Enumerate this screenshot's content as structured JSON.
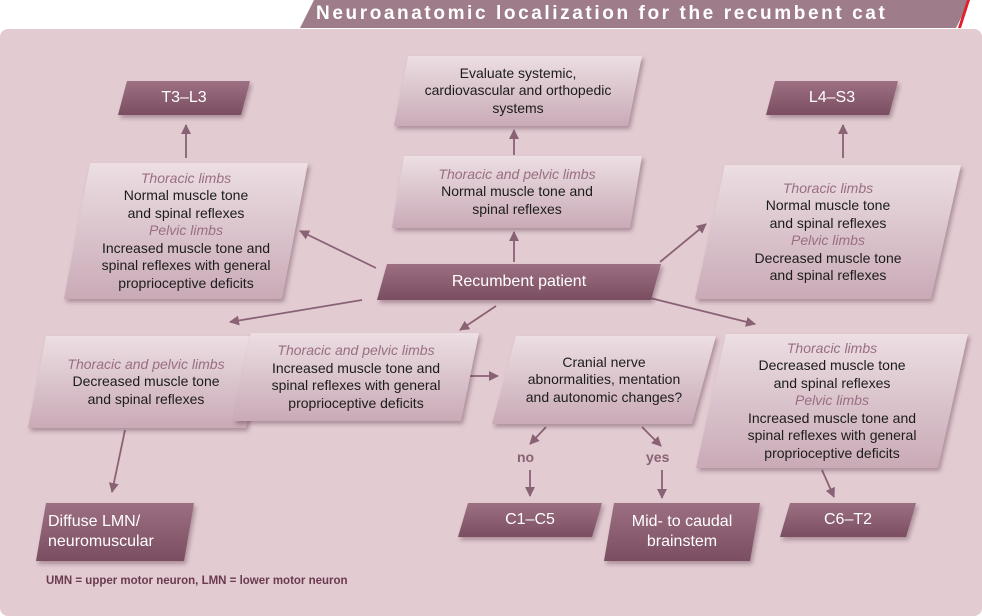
{
  "title": "Neuroanatomic localization for the recumbent cat",
  "colors": {
    "title_bar": "#9e7c8a",
    "accent": "#e41e2b",
    "panel": "#e2cbd1",
    "dark_box": "#8a5d70",
    "light_box": "#dcc4cc",
    "italic_text": "#9a6e82",
    "arrow": "#8a6275"
  },
  "nodes": {
    "t3l3": {
      "lines": [
        "T3–L3"
      ]
    },
    "evaluate": {
      "lines": [
        "Evaluate systemic,",
        "cardiovascular and orthopedic",
        "systems"
      ]
    },
    "l4s3": {
      "lines": [
        "L4–S3"
      ]
    },
    "left_upper": {
      "heading1": "Thoracic limbs",
      "lines1": [
        "Normal muscle tone",
        "and spinal reflexes"
      ],
      "heading2": "Pelvic limbs",
      "lines2": [
        "Increased muscle tone and",
        "spinal reflexes with general",
        "proprioceptive deficits"
      ]
    },
    "center_upper": {
      "heading1": "Thoracic and pelvic limbs",
      "lines1": [
        "Normal muscle tone and",
        "spinal reflexes"
      ]
    },
    "right_upper": {
      "heading1": "Thoracic limbs",
      "lines1": [
        "Normal muscle tone",
        "and spinal reflexes"
      ],
      "heading2": "Pelvic limbs",
      "lines2": [
        "Decreased muscle tone",
        "and spinal reflexes"
      ]
    },
    "recumbent": {
      "lines": [
        "Recumbent patient"
      ]
    },
    "left_lower": {
      "heading1": "Thoracic and pelvic limbs",
      "lines1": [
        "Decreased muscle tone",
        "and spinal reflexes"
      ]
    },
    "center_left_lower": {
      "heading1": "Thoracic and pelvic limbs",
      "lines1": [
        "Increased muscle tone and",
        "spinal reflexes with general",
        "proprioceptive deficits"
      ]
    },
    "cranial": {
      "lines": [
        "Cranial nerve",
        "abnormalities, mentation",
        "and autonomic changes?"
      ]
    },
    "right_lower": {
      "heading1": "Thoracic limbs",
      "lines1": [
        "Decreased muscle tone",
        "and spinal reflexes"
      ],
      "heading2": "Pelvic limbs",
      "lines2": [
        "Increased muscle tone and",
        "spinal reflexes with general",
        "proprioceptive deficits"
      ]
    },
    "diffuse": {
      "lines": [
        "Diffuse LMN/",
        "neuromuscular"
      ]
    },
    "c1c5": {
      "lines": [
        "C1–C5"
      ]
    },
    "midcaudal": {
      "lines": [
        "Mid- to caudal",
        "brainstem"
      ]
    },
    "c6t2": {
      "lines": [
        "C6–T2"
      ]
    }
  },
  "labels": {
    "no": "no",
    "yes": "yes"
  },
  "footnote": "UMN = upper motor neuron, LMN = lower motor neuron"
}
